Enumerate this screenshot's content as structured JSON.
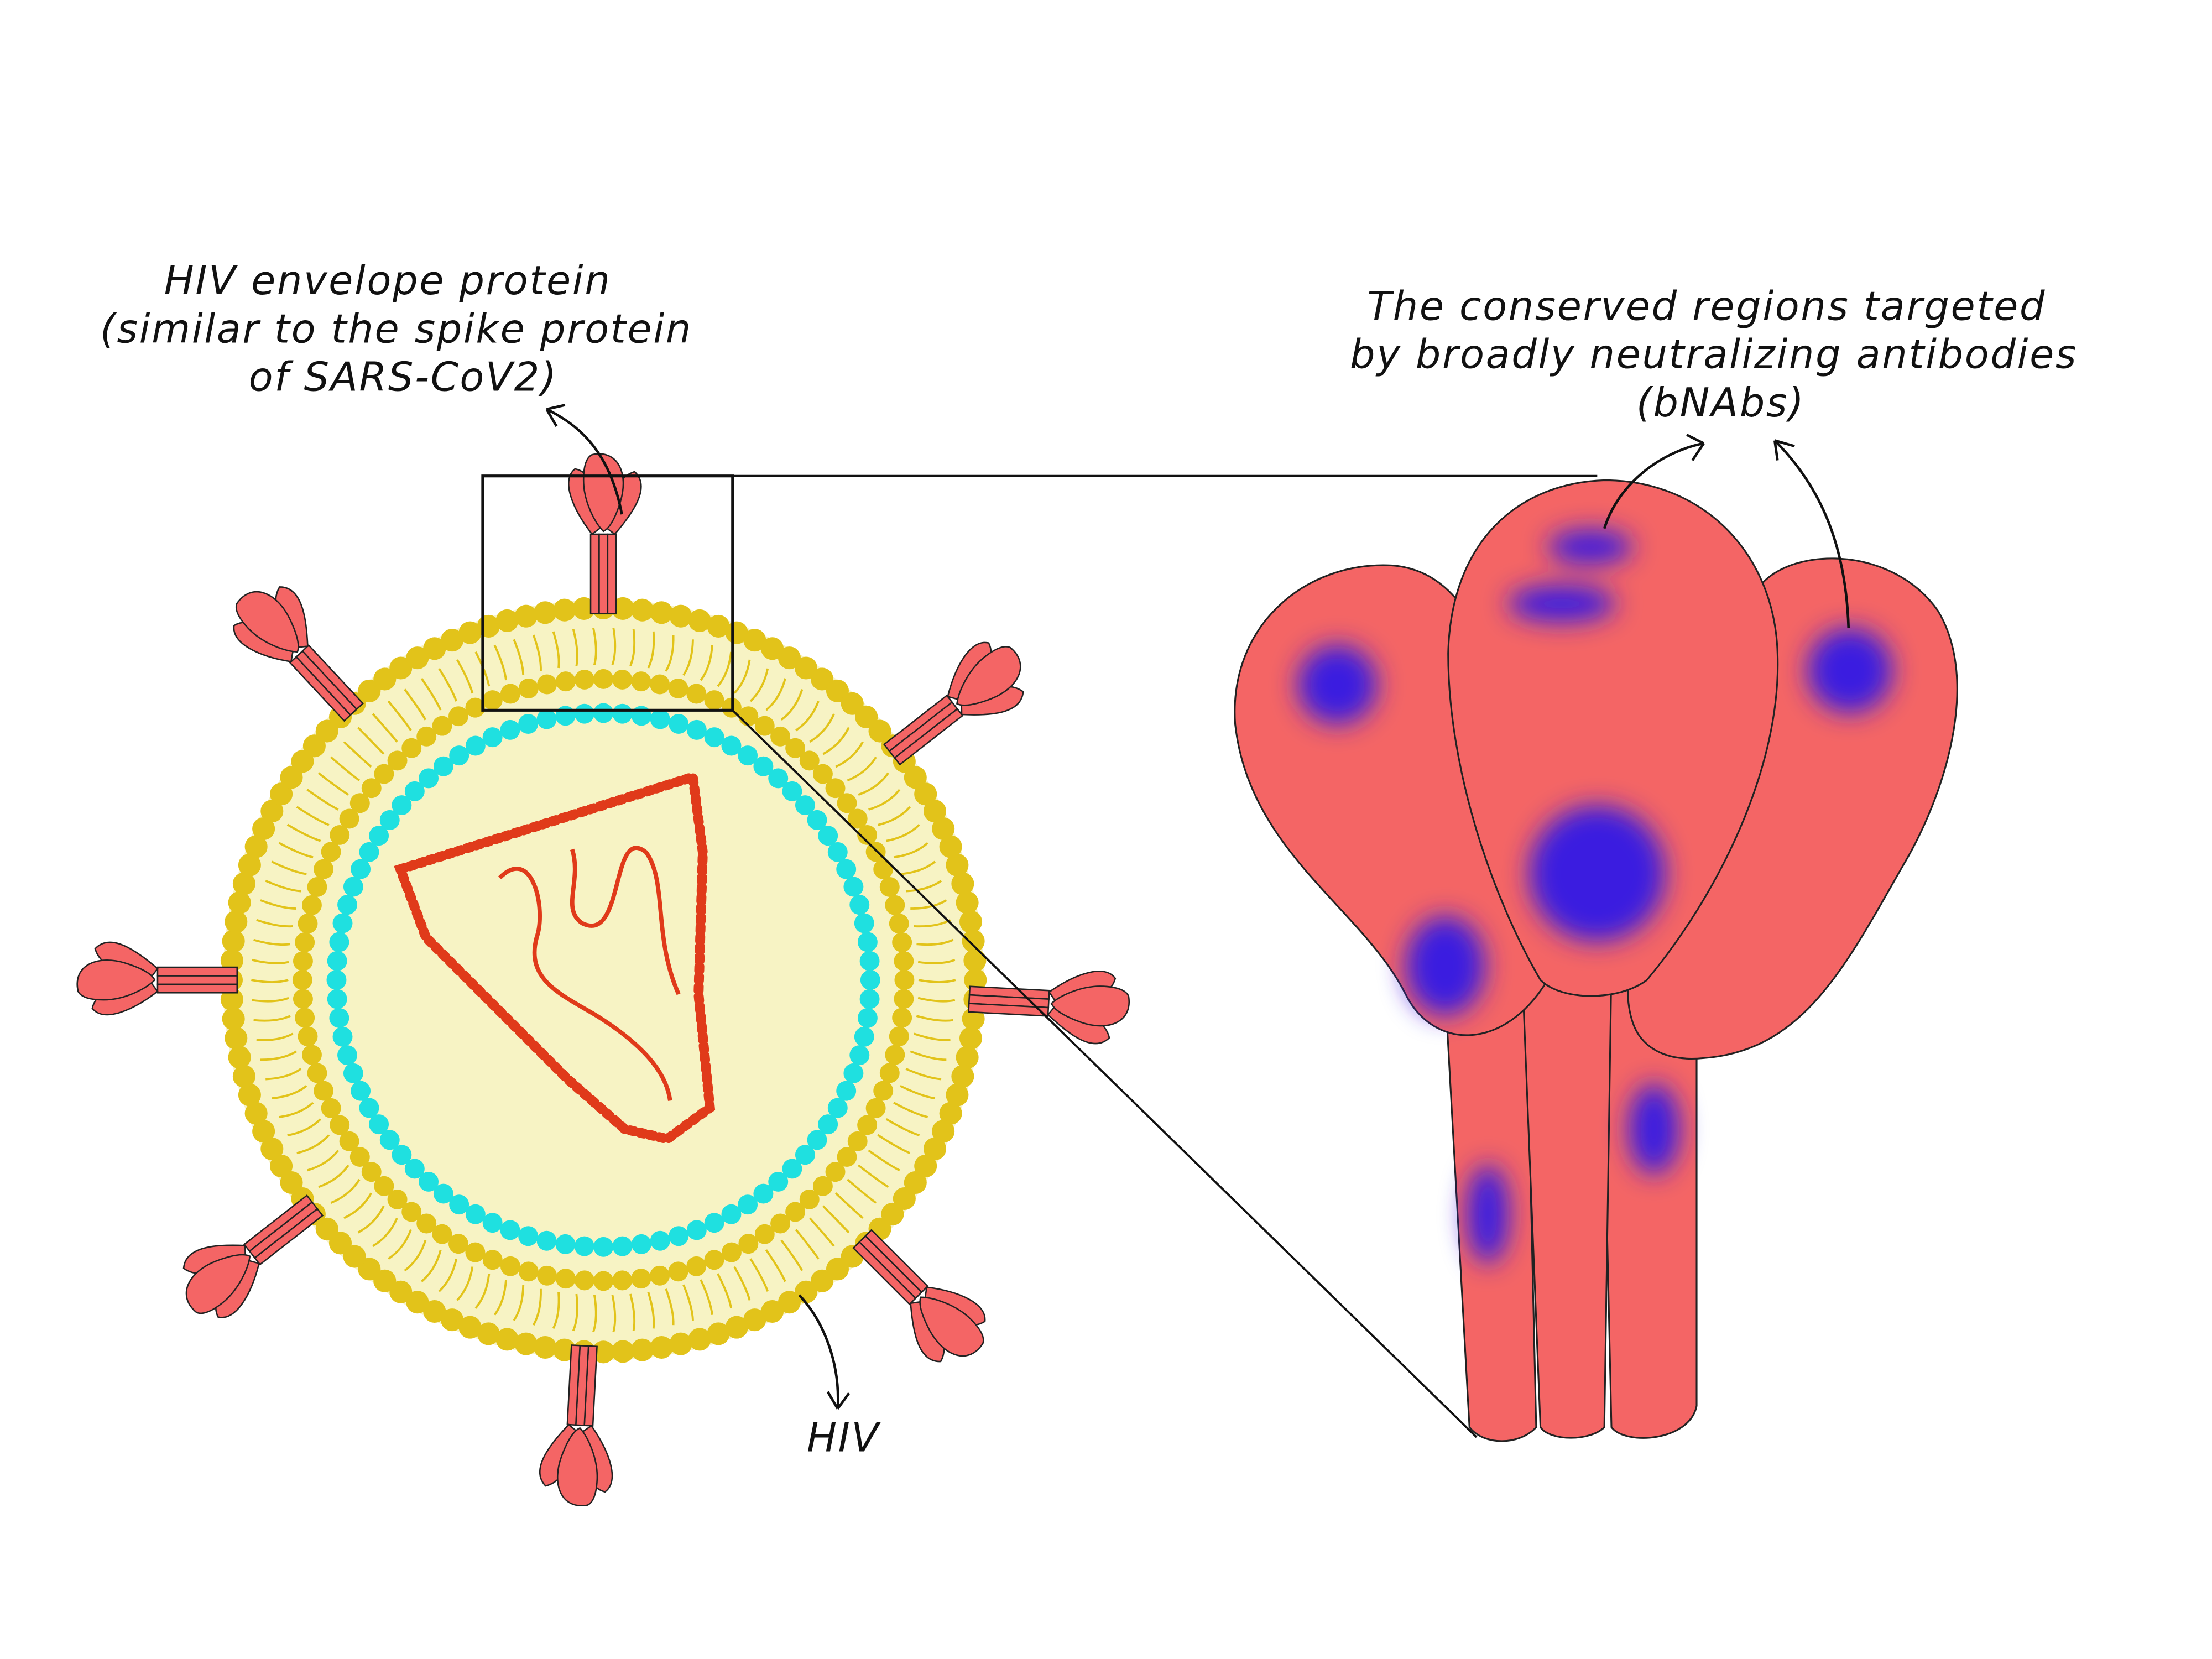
{
  "labels": {
    "envelope": [
      "HIV envelope protein",
      "(similar to the spike protein",
      "of SARS-CoV2)"
    ],
    "conserved": [
      "The conserved regions targeted",
      "by broadly neutralizing antibodies",
      "(bNAbs)"
    ],
    "virus": "HIV"
  },
  "colors": {
    "spike": "#f46565",
    "membrane": "#e2c31a",
    "matrix": "#1fe0e0",
    "rna": "#e03a1a",
    "core_fill": "#f7f3c4",
    "epitope": "#3a1ee0"
  }
}
